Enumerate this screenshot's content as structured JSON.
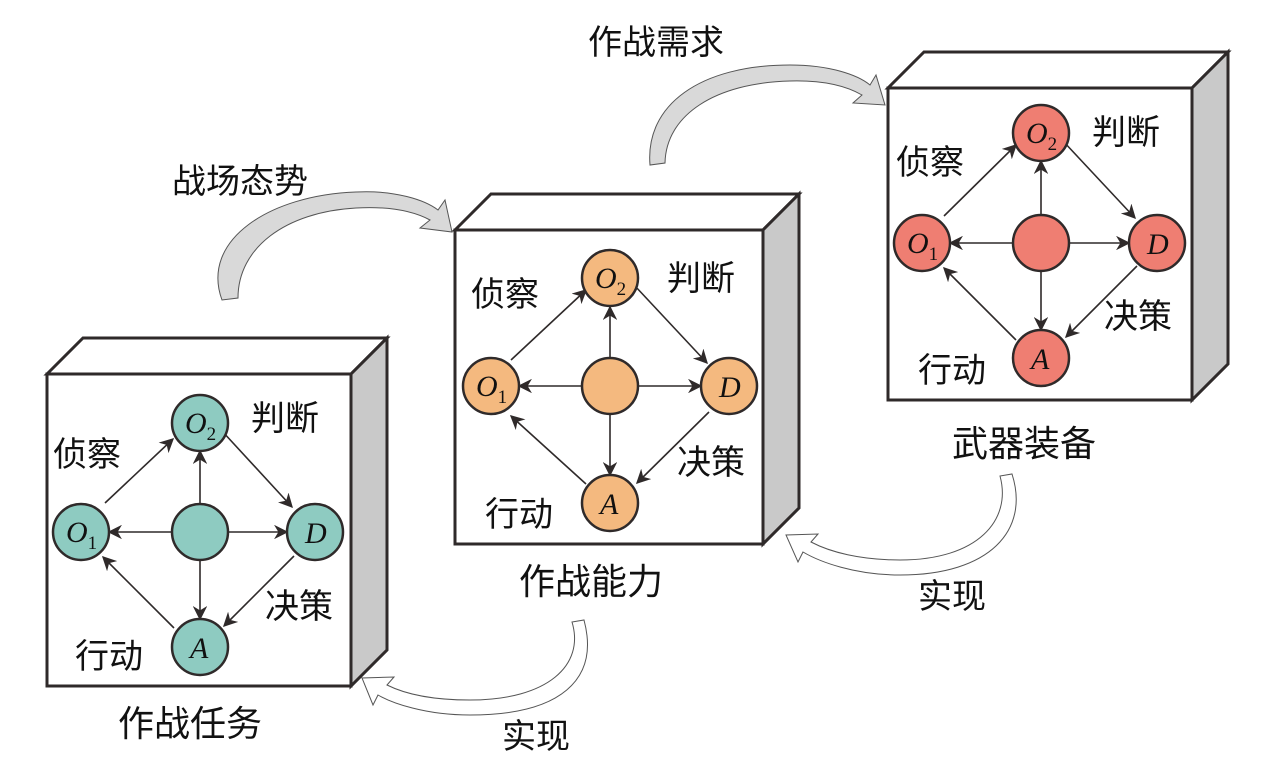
{
  "panels": [
    {
      "id": "combat-mission",
      "caption": "作战任务",
      "node_fill": "#8ecbc1",
      "labels": {
        "observe": "侦察",
        "orient": "判断",
        "decide": "决策",
        "act": "行动"
      },
      "nodes": {
        "o1": "O",
        "o1_sub": "1",
        "o2": "O",
        "o2_sub": "2",
        "d": "D",
        "a": "A"
      }
    },
    {
      "id": "combat-capability",
      "caption": "作战能力",
      "node_fill": "#f4b97f",
      "labels": {
        "observe": "侦察",
        "orient": "判断",
        "decide": "决策",
        "act": "行动"
      },
      "nodes": {
        "o1": "O",
        "o1_sub": "1",
        "o2": "O",
        "o2_sub": "2",
        "d": "D",
        "a": "A"
      }
    },
    {
      "id": "weapon-equipment",
      "caption": "武器装备",
      "node_fill": "#ef7e72",
      "labels": {
        "observe": "侦察",
        "orient": "判断",
        "decide": "决策",
        "act": "行动"
      },
      "nodes": {
        "o1": "O",
        "o1_sub": "1",
        "o2": "O",
        "o2_sub": "2",
        "d": "D",
        "a": "A"
      }
    }
  ],
  "flows": {
    "battlefield_situation": "战场态势",
    "combat_requirement": "作战需求",
    "realize_left": "实现",
    "realize_right": "实现"
  },
  "colors": {
    "box_front": "#ffffff",
    "box_top": "#ffffff",
    "box_side": "#c9c9c9",
    "edge": "#2f2a2a",
    "flow_arrow_fill": "#d9d9d9"
  }
}
